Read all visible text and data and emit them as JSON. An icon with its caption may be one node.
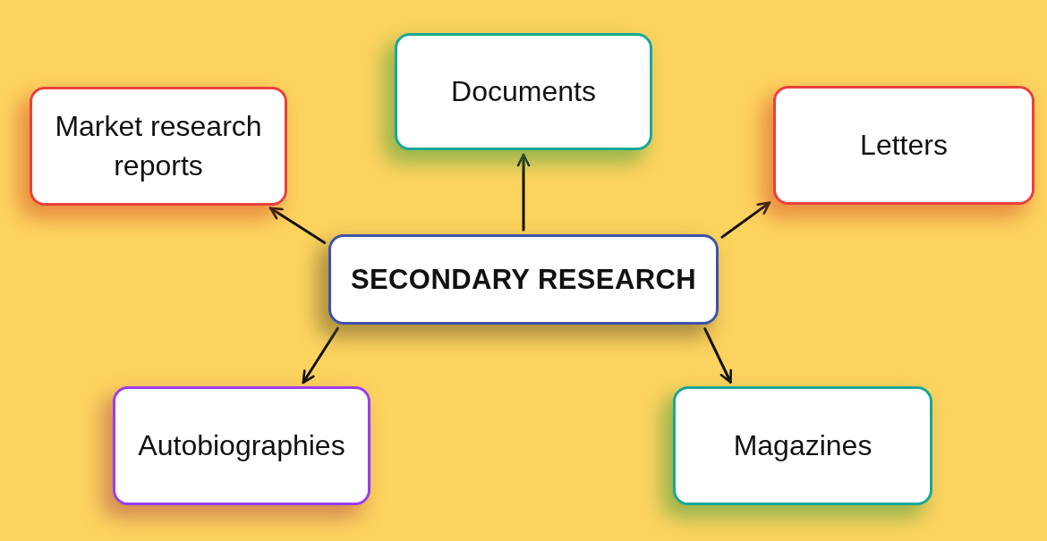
{
  "diagram": {
    "nodes": [
      {
        "text": [
          "Market research reports"
        ]
      },
      {
        "text": [
          "Documents"
        ]
      },
      {
        "text": [
          "Letters"
        ]
      },
      {
        "text": [
          "SECONDARY RESEARCH"
        ]
      },
      {
        "text": [
          "Autobiographies"
        ]
      },
      {
        "text": [
          "Magazines"
        ]
      }
    ],
    "edges": [
      {
        "from": 3,
        "to": 0,
        "arrow": "to"
      },
      {
        "from": 3,
        "to": 1,
        "arrow": "to"
      },
      {
        "from": 3,
        "to": 2,
        "arrow": "to"
      },
      {
        "from": 3,
        "to": 4,
        "arrow": "to"
      },
      {
        "from": 3,
        "to": 5,
        "arrow": "to"
      }
    ]
  }
}
